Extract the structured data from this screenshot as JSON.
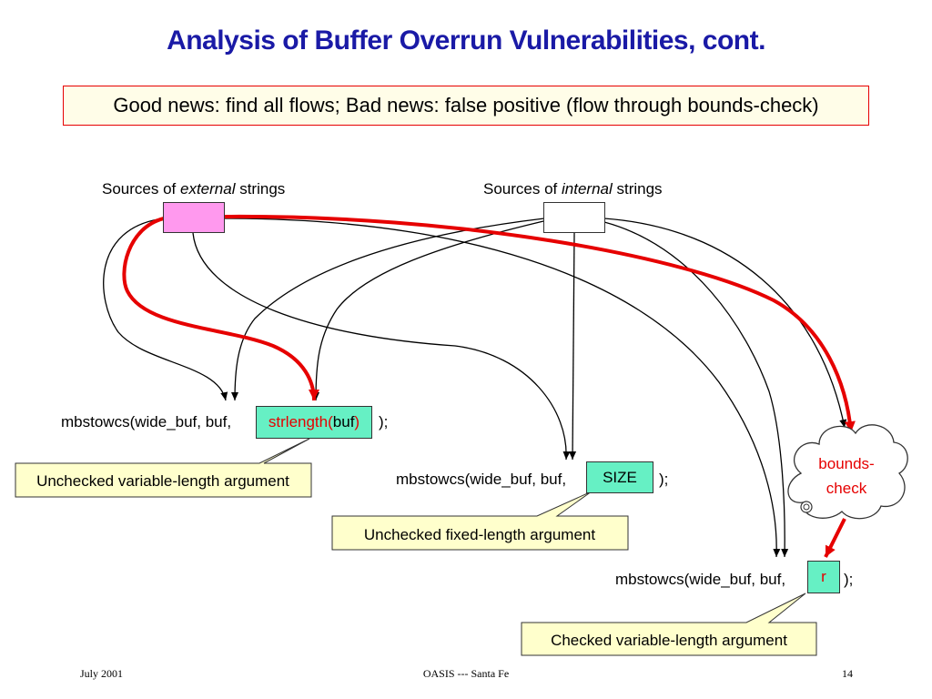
{
  "title": "Analysis of Buffer Overrun Vulnerabilities, cont.",
  "news": "Good news: find all flows;  Bad news: false positive (flow through bounds-check)",
  "sources": {
    "external_prefix": "Sources of ",
    "external_word": "external",
    "external_suffix": " strings",
    "internal_prefix": "Sources of ",
    "internal_word": "internal",
    "internal_suffix": " strings"
  },
  "calls": {
    "call1_prefix": "mbstowcs(wide_buf, buf,",
    "call1_fn": "strlength(",
    "call1_arg": "buf",
    "call1_close": ")",
    "call1_suffix": ");",
    "call2_prefix": "mbstowcs(wide_buf, buf,",
    "call2_arg": "SIZE",
    "call2_suffix": ");",
    "call3_prefix": "mbstowcs(wide_buf, buf,",
    "call3_arg": "r",
    "call3_suffix": ");"
  },
  "callouts": {
    "unchecked_variable": "Unchecked variable-length argument",
    "unchecked_fixed": "Unchecked fixed-length argument",
    "checked_variable": "Checked variable-length argument"
  },
  "bounds_check": {
    "line1": "bounds-",
    "line2": "check"
  },
  "footer": {
    "date": "July 2001",
    "venue": "OASIS --- Santa Fe",
    "page": "14"
  },
  "colors": {
    "title": "#1a1aa6",
    "flow_highlight": "#e60000",
    "argument_box": "#66f0c4",
    "external_source": "#ff99ee",
    "callout_fill": "#ffffcc"
  }
}
